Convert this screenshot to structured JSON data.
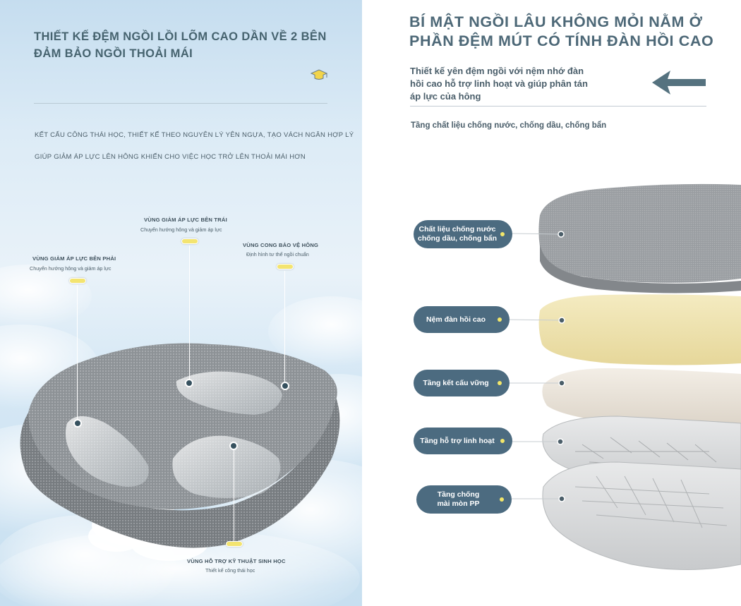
{
  "left": {
    "title_line1": "THIẾT KẾ ĐỆM NGỒI LỒI LÕM CAO DẦN VỀ 2 BÊN",
    "title_line2": "ĐẢM BẢO NGỒI THOẢI MÁI",
    "desc_line1": "KẾT CẤU CÔNG THÁI HỌC, THIẾT KẾ THEO NGUYÊN LÝ YÊN NGỰA, TẠO VÁCH NGĂN HỢP LÝ",
    "desc_line2": "GIÚP GIẢM ÁP LỰC LÊN HÔNG KHIẾN CHO VIỆC HỌC TRỞ LÊN THOẢI MÁI HƠN",
    "zones": [
      {
        "title": "VÙNG GIẢM ÁP LỰC BÊN TRÁI",
        "sub": "Chuyển hướng hông và giảm áp lực"
      },
      {
        "title": "VÙNG GIẢM ÁP LỰC BÊN PHẢI",
        "sub": "Chuyển hướng hông và giảm áp lực"
      },
      {
        "title": "VÙNG CONG BẢO VỆ HÔNG",
        "sub": "Định hình tư thế ngồi chuẩn"
      },
      {
        "title": "VÙNG HỖ TRỢ KỸ THUẬT SINH HỌC",
        "sub": "Thiết kế công thái học"
      }
    ]
  },
  "right": {
    "title_line1": "BÍ MẬT NGỒI LÂU KHÔNG MỎI NẰM Ở",
    "title_line2": "PHẦN ĐỆM MÚT CÓ TÍNH ĐÀN HỒI CAO",
    "desc_line1": "Thiết kế yên đệm ngồi với nệm nhớ đàn",
    "desc_line2": "hồi cao hỗ trợ linh hoạt và giúp phân tán",
    "desc_line3": "áp lực của hông",
    "note": "Tầng chất liệu chống nước, chống dầu, chống bẩn",
    "layers": [
      {
        "line1": "Chất liệu chống nước",
        "line2": "chống dầu, chống bẩn"
      },
      {
        "line1": "Nệm đàn hồi cao",
        "line2": ""
      },
      {
        "line1": "Tầng kết cấu vững",
        "line2": ""
      },
      {
        "line1": "Tầng hỗ trợ linh hoạt",
        "line2": ""
      },
      {
        "line1": "Tầng chống",
        "line2": "mài mòn PP"
      }
    ]
  },
  "colors": {
    "label_bg": "#4c6b80",
    "accent_yellow": "#f2e66a",
    "title_text": "#4d6877",
    "foam_yellow": "#f1e6b4",
    "fabric_gray": "#9a9ea2"
  }
}
